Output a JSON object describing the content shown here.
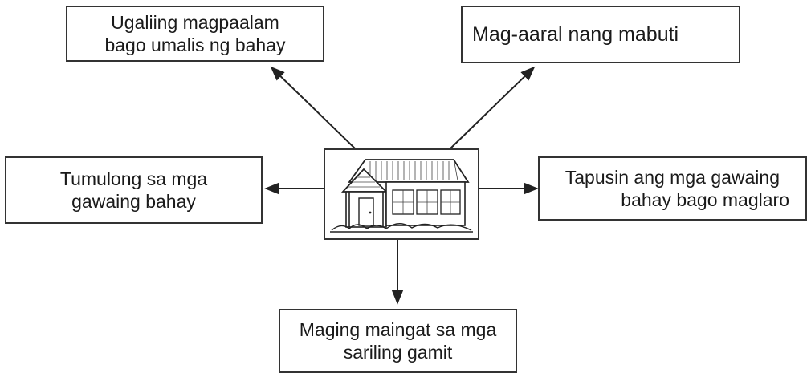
{
  "diagram": {
    "center_image": "house",
    "nodes": {
      "top_left": {
        "line1": "Ugaliing magpaalam",
        "line2": "bago umalis ng bahay"
      },
      "top_right": {
        "line1": "Mag-aaral nang mabuti"
      },
      "left": {
        "line1": "Tumulong sa mga",
        "line2": "gawaing bahay"
      },
      "right": {
        "line1": "Tapusin ang mga gawaing",
        "line2": "bahay bago maglaro"
      },
      "bottom": {
        "line1": "Maging maingat sa mga",
        "line2": "sariling gamit"
      }
    }
  }
}
